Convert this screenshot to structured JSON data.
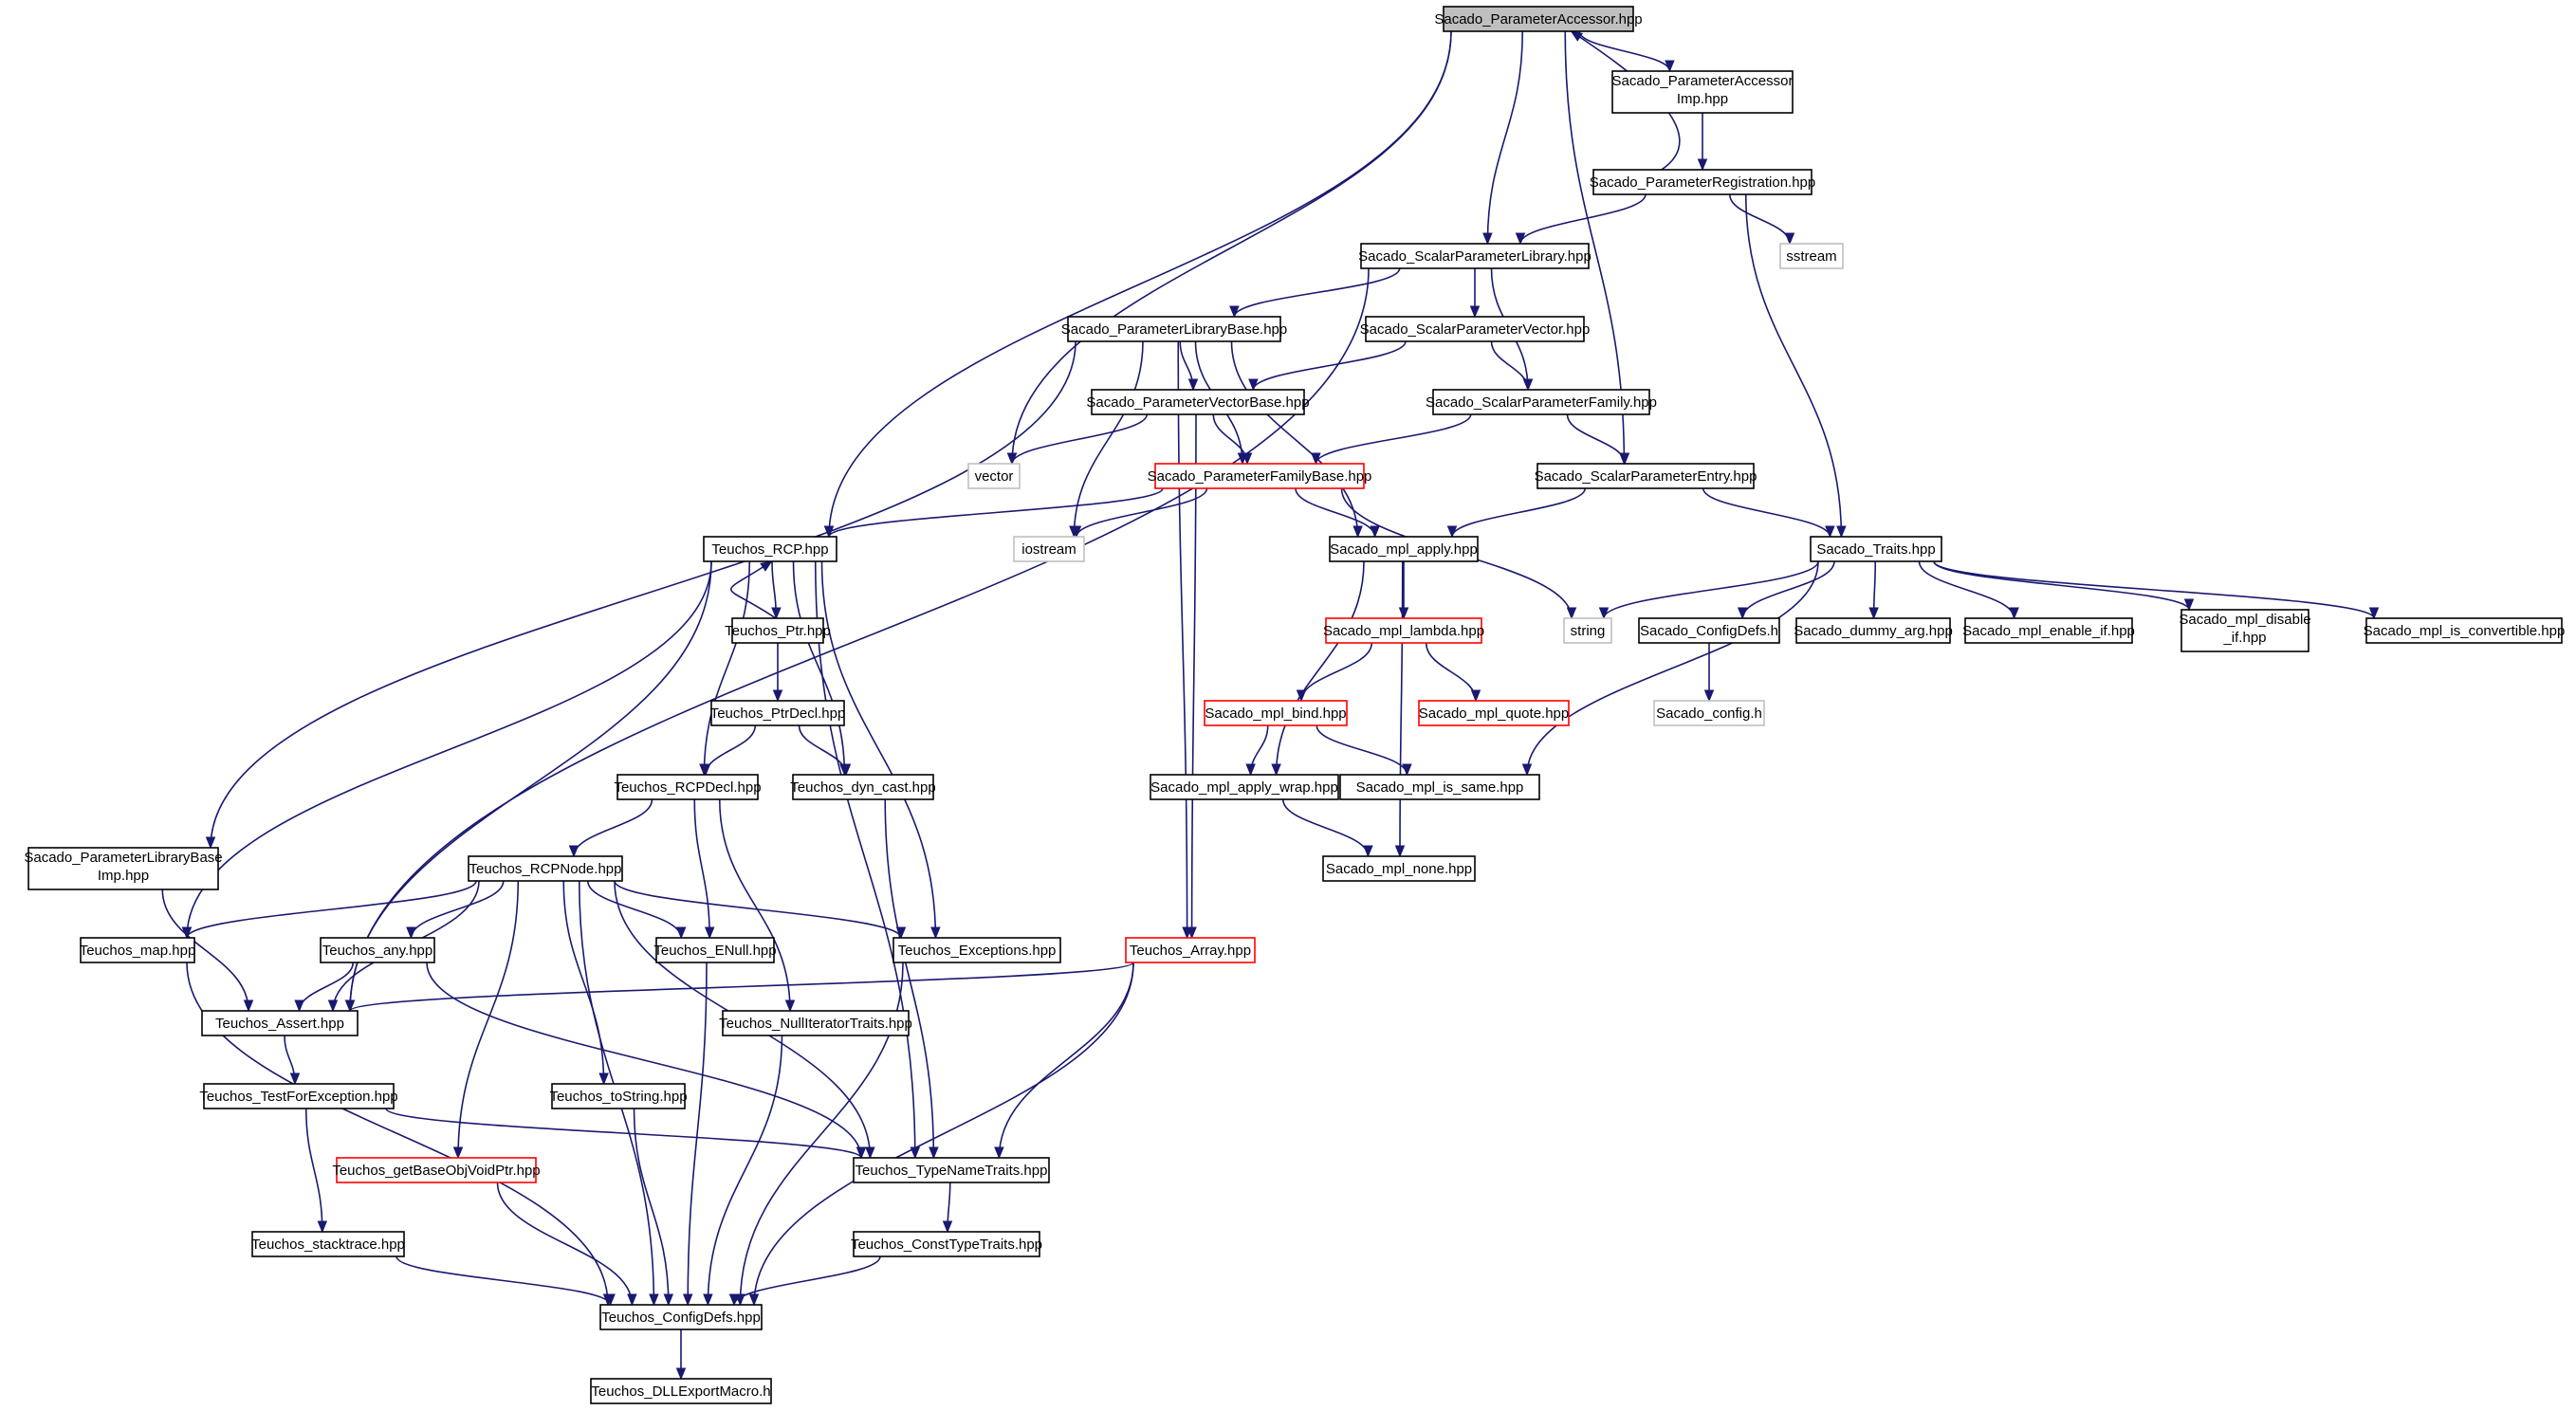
{
  "colors": {
    "edge": "#191970",
    "root_fill": "#bfbfbf",
    "node_border": "#000000",
    "incomplete_border": "#ff0000",
    "external_border": "#bfbfbf"
  },
  "nodes": {
    "spa": {
      "label": [
        "Sacado_ParameterAccessor.hpp"
      ],
      "style": "root"
    },
    "spaimp": {
      "label": [
        "Sacado_ParameterAccessor",
        "Imp.hpp"
      ],
      "style": "normal"
    },
    "spr": {
      "label": [
        "Sacado_ParameterRegistration.hpp"
      ],
      "style": "normal"
    },
    "sstream": {
      "label": [
        "sstream"
      ],
      "style": "ext"
    },
    "sspl": {
      "label": [
        "Sacado_ScalarParameterLibrary.hpp"
      ],
      "style": "normal"
    },
    "splb": {
      "label": [
        "Sacado_ParameterLibraryBase.hpp"
      ],
      "style": "normal"
    },
    "sspv": {
      "label": [
        "Sacado_ScalarParameterVector.hpp"
      ],
      "style": "normal"
    },
    "spvb": {
      "label": [
        "Sacado_ParameterVectorBase.hpp"
      ],
      "style": "normal"
    },
    "sspf": {
      "label": [
        "Sacado_ScalarParameterFamily.hpp"
      ],
      "style": "normal"
    },
    "vector": {
      "label": [
        "vector"
      ],
      "style": "ext"
    },
    "spfb": {
      "label": [
        "Sacado_ParameterFamilyBase.hpp"
      ],
      "style": "red"
    },
    "sspe": {
      "label": [
        "Sacado_ScalarParameterEntry.hpp"
      ],
      "style": "normal"
    },
    "trcp": {
      "label": [
        "Teuchos_RCP.hpp"
      ],
      "style": "normal"
    },
    "iostream": {
      "label": [
        "iostream"
      ],
      "style": "ext"
    },
    "smapply": {
      "label": [
        "Sacado_mpl_apply.hpp"
      ],
      "style": "normal"
    },
    "straits": {
      "label": [
        "Sacado_Traits.hpp"
      ],
      "style": "normal"
    },
    "tptr": {
      "label": [
        "Teuchos_Ptr.hpp"
      ],
      "style": "normal"
    },
    "smlambda": {
      "label": [
        "Sacado_mpl_lambda.hpp"
      ],
      "style": "red"
    },
    "string": {
      "label": [
        "string"
      ],
      "style": "ext"
    },
    "scdefs": {
      "label": [
        "Sacado_ConfigDefs.h"
      ],
      "style": "normal"
    },
    "sdummy": {
      "label": [
        "Sacado_dummy_arg.hpp"
      ],
      "style": "normal"
    },
    "senable": {
      "label": [
        "Sacado_mpl_enable_if.hpp"
      ],
      "style": "normal"
    },
    "sdisable": {
      "label": [
        "Sacado_mpl_disable",
        "_if.hpp"
      ],
      "style": "normal"
    },
    "sconv": {
      "label": [
        "Sacado_mpl_is_convertible.hpp"
      ],
      "style": "normal"
    },
    "tptrdecl": {
      "label": [
        "Teuchos_PtrDecl.hpp"
      ],
      "style": "normal"
    },
    "smbind": {
      "label": [
        "Sacado_mpl_bind.hpp"
      ],
      "style": "red"
    },
    "smquote": {
      "label": [
        "Sacado_mpl_quote.hpp"
      ],
      "style": "red"
    },
    "sconfig": {
      "label": [
        "Sacado_config.h"
      ],
      "style": "ext"
    },
    "trcpdecl": {
      "label": [
        "Teuchos_RCPDecl.hpp"
      ],
      "style": "normal"
    },
    "tdyncast": {
      "label": [
        "Teuchos_dyn_cast.hpp"
      ],
      "style": "normal"
    },
    "smwrap": {
      "label": [
        "Sacado_mpl_apply_wrap.hpp"
      ],
      "style": "normal"
    },
    "smsame": {
      "label": [
        "Sacado_mpl_is_same.hpp"
      ],
      "style": "normal"
    },
    "splbimp": {
      "label": [
        "Sacado_ParameterLibraryBase",
        "Imp.hpp"
      ],
      "style": "normal"
    },
    "trcpnode": {
      "label": [
        "Teuchos_RCPNode.hpp"
      ],
      "style": "normal"
    },
    "smnone": {
      "label": [
        "Sacado_mpl_none.hpp"
      ],
      "style": "normal"
    },
    "tmap": {
      "label": [
        "Teuchos_map.hpp"
      ],
      "style": "normal"
    },
    "tany": {
      "label": [
        "Teuchos_any.hpp"
      ],
      "style": "normal"
    },
    "tenull": {
      "label": [
        "Teuchos_ENull.hpp"
      ],
      "style": "normal"
    },
    "texc": {
      "label": [
        "Teuchos_Exceptions.hpp"
      ],
      "style": "normal"
    },
    "tarray": {
      "label": [
        "Teuchos_Array.hpp"
      ],
      "style": "red"
    },
    "tassert": {
      "label": [
        "Teuchos_Assert.hpp"
      ],
      "style": "normal"
    },
    "tnullit": {
      "label": [
        "Teuchos_NullIteratorTraits.hpp"
      ],
      "style": "normal"
    },
    "ttfe": {
      "label": [
        "Teuchos_TestForException.hpp"
      ],
      "style": "normal"
    },
    "ttostr": {
      "label": [
        "Teuchos_toString.hpp"
      ],
      "style": "normal"
    },
    "tgbo": {
      "label": [
        "Teuchos_getBaseObjVoidPtr.hpp"
      ],
      "style": "red"
    },
    "ttnt": {
      "label": [
        "Teuchos_TypeNameTraits.hpp"
      ],
      "style": "normal"
    },
    "tstack": {
      "label": [
        "Teuchos_stacktrace.hpp"
      ],
      "style": "normal"
    },
    "tctt": {
      "label": [
        "Teuchos_ConstTypeTraits.hpp"
      ],
      "style": "normal"
    },
    "tcdefs": {
      "label": [
        "Teuchos_ConfigDefs.hpp"
      ],
      "style": "normal"
    },
    "tdll": {
      "label": [
        "Teuchos_DLLExportMacro.h"
      ],
      "style": "normal"
    }
  },
  "edges": [
    [
      "spa",
      "spaimp"
    ],
    [
      "spa",
      "sspl"
    ],
    [
      "spa",
      "sspe"
    ],
    [
      "spa",
      "vector"
    ],
    [
      "spa",
      "trcp"
    ],
    [
      "spaimp",
      "spr"
    ],
    [
      "spr",
      "spa"
    ],
    [
      "spr",
      "sspl"
    ],
    [
      "spr",
      "sstream"
    ],
    [
      "spr",
      "straits"
    ],
    [
      "sspl",
      "splb"
    ],
    [
      "sspl",
      "sspv"
    ],
    [
      "sspl",
      "sspf"
    ],
    [
      "sspl",
      "tassert"
    ],
    [
      "splb",
      "spvb"
    ],
    [
      "splb",
      "spfb"
    ],
    [
      "splb",
      "iostream"
    ],
    [
      "splb",
      "smapply"
    ],
    [
      "splb",
      "tarray"
    ],
    [
      "splb",
      "splbimp"
    ],
    [
      "sspv",
      "spvb"
    ],
    [
      "sspv",
      "sspf"
    ],
    [
      "spvb",
      "vector"
    ],
    [
      "spvb",
      "spfb"
    ],
    [
      "spvb",
      "tarray"
    ],
    [
      "sspf",
      "spfb"
    ],
    [
      "sspf",
      "sspe"
    ],
    [
      "spfb",
      "trcp"
    ],
    [
      "spfb",
      "iostream"
    ],
    [
      "spfb",
      "smapply"
    ],
    [
      "spfb",
      "string"
    ],
    [
      "sspe",
      "smapply"
    ],
    [
      "sspe",
      "straits"
    ],
    [
      "smapply",
      "smlambda"
    ],
    [
      "smapply",
      "smwrap"
    ],
    [
      "smapply",
      "smnone"
    ],
    [
      "smlambda",
      "smbind"
    ],
    [
      "smlambda",
      "smquote"
    ],
    [
      "smbind",
      "smwrap"
    ],
    [
      "smbind",
      "smsame"
    ],
    [
      "smwrap",
      "smnone"
    ],
    [
      "straits",
      "string"
    ],
    [
      "straits",
      "scdefs"
    ],
    [
      "straits",
      "sdummy"
    ],
    [
      "straits",
      "senable"
    ],
    [
      "straits",
      "sdisable"
    ],
    [
      "straits",
      "sconv"
    ],
    [
      "straits",
      "smsame"
    ],
    [
      "scdefs",
      "sconfig"
    ],
    [
      "trcp",
      "tptr"
    ],
    [
      "trcp",
      "trcpdecl"
    ],
    [
      "trcp",
      "tdyncast"
    ],
    [
      "trcp",
      "texc"
    ],
    [
      "trcp",
      "ttnt"
    ],
    [
      "trcp",
      "tmap"
    ],
    [
      "trcp",
      "tassert"
    ],
    [
      "tptr",
      "trcp"
    ],
    [
      "tptr",
      "tptrdecl"
    ],
    [
      "tptrdecl",
      "trcpdecl"
    ],
    [
      "tptrdecl",
      "tdyncast"
    ],
    [
      "trcpdecl",
      "trcpnode"
    ],
    [
      "trcpdecl",
      "tenull"
    ],
    [
      "trcpdecl",
      "tnullit"
    ],
    [
      "tdyncast",
      "ttnt"
    ],
    [
      "trcpnode",
      "tmap"
    ],
    [
      "trcpnode",
      "tany"
    ],
    [
      "trcpnode",
      "tenull"
    ],
    [
      "trcpnode",
      "texc"
    ],
    [
      "trcpnode",
      "tassert"
    ],
    [
      "trcpnode",
      "ttostr"
    ],
    [
      "trcpnode",
      "tgbo"
    ],
    [
      "trcpnode",
      "ttnt"
    ],
    [
      "trcpnode",
      "tcdefs"
    ],
    [
      "splbimp",
      "tassert"
    ],
    [
      "tmap",
      "tcdefs"
    ],
    [
      "tany",
      "tassert"
    ],
    [
      "tany",
      "ttnt"
    ],
    [
      "tenull",
      "tcdefs"
    ],
    [
      "texc",
      "tcdefs"
    ],
    [
      "tarray",
      "tassert"
    ],
    [
      "tarray",
      "ttnt"
    ],
    [
      "tarray",
      "tcdefs"
    ],
    [
      "tassert",
      "ttfe"
    ],
    [
      "ttfe",
      "tstack"
    ],
    [
      "ttfe",
      "ttnt"
    ],
    [
      "tnullit",
      "tcdefs"
    ],
    [
      "ttostr",
      "tcdefs"
    ],
    [
      "tgbo",
      "tcdefs"
    ],
    [
      "ttnt",
      "tctt"
    ],
    [
      "tstack",
      "tcdefs"
    ],
    [
      "tctt",
      "tcdefs"
    ],
    [
      "tcdefs",
      "tdll"
    ]
  ]
}
